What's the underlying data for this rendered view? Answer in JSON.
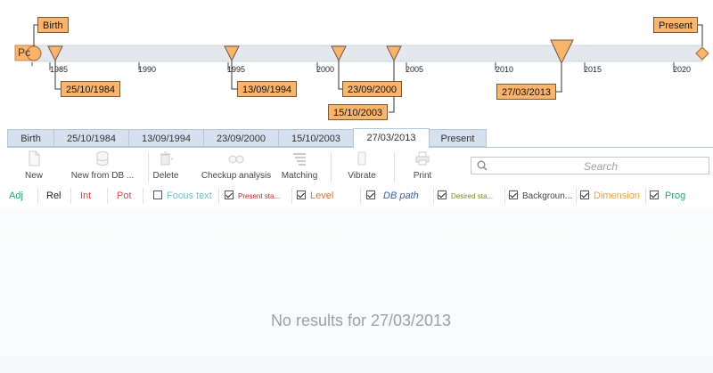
{
  "timeline": {
    "start_label": "Birth",
    "end_label": "Present",
    "start_button": "Pc",
    "years": [
      "1985",
      "1990",
      "1995",
      "2000",
      "2005",
      "2010",
      "2015",
      "2020"
    ],
    "events": [
      {
        "date": "25/10/1984"
      },
      {
        "date": "13/09/1994"
      },
      {
        "date": "23/09/2000"
      },
      {
        "date": "15/10/2003"
      },
      {
        "date": "27/03/2013"
      }
    ],
    "colors": {
      "marker_fill": "#fbb46b",
      "marker_stroke": "#6b5a45",
      "track": "#e4e7ec"
    }
  },
  "tabs": [
    {
      "label": "Birth"
    },
    {
      "label": "25/10/1984"
    },
    {
      "label": "13/09/1994"
    },
    {
      "label": "23/09/2000"
    },
    {
      "label": "15/10/2003"
    },
    {
      "label": "27/03/2013",
      "active": true
    },
    {
      "label": "Present"
    }
  ],
  "toolbar": {
    "new": "New",
    "new_from_db": "New from DB ...",
    "delete": "Delete",
    "checkup": "Checkup analysis",
    "matching": "Matching",
    "vibrate": "Vibrate",
    "print": "Print",
    "search_placeholder": "Search"
  },
  "filters": {
    "adj": "Adj",
    "rel": "Rel",
    "int": "Int",
    "pot": "Pot",
    "focus_text": "Focus text",
    "present_state": "Present sta...",
    "level": "Level",
    "db_path": "DB path",
    "desired_state": "Desired sta...",
    "background": "Backgroun...",
    "dimension": "Dimension",
    "prog": "Prog",
    "colors": {
      "adj": "#2e9e7a",
      "rel": "#222222",
      "int": "#d84a4a",
      "pot": "#d84a4a",
      "focus_text": "#6cc0c8",
      "present_state": "#c0282d",
      "level": "#e07030",
      "db_path": "#3a5fb0",
      "desired_state": "#6a8c1e",
      "background": "#444444",
      "dimension": "#e8a24a",
      "prog": "#2e9e7a"
    },
    "checked": {
      "focus_text": false,
      "present_state": true,
      "level": true,
      "db_path": true,
      "desired_state": true,
      "background": true,
      "dimension": true,
      "prog": true
    }
  },
  "results": {
    "message": "No results for 27/03/2013"
  }
}
